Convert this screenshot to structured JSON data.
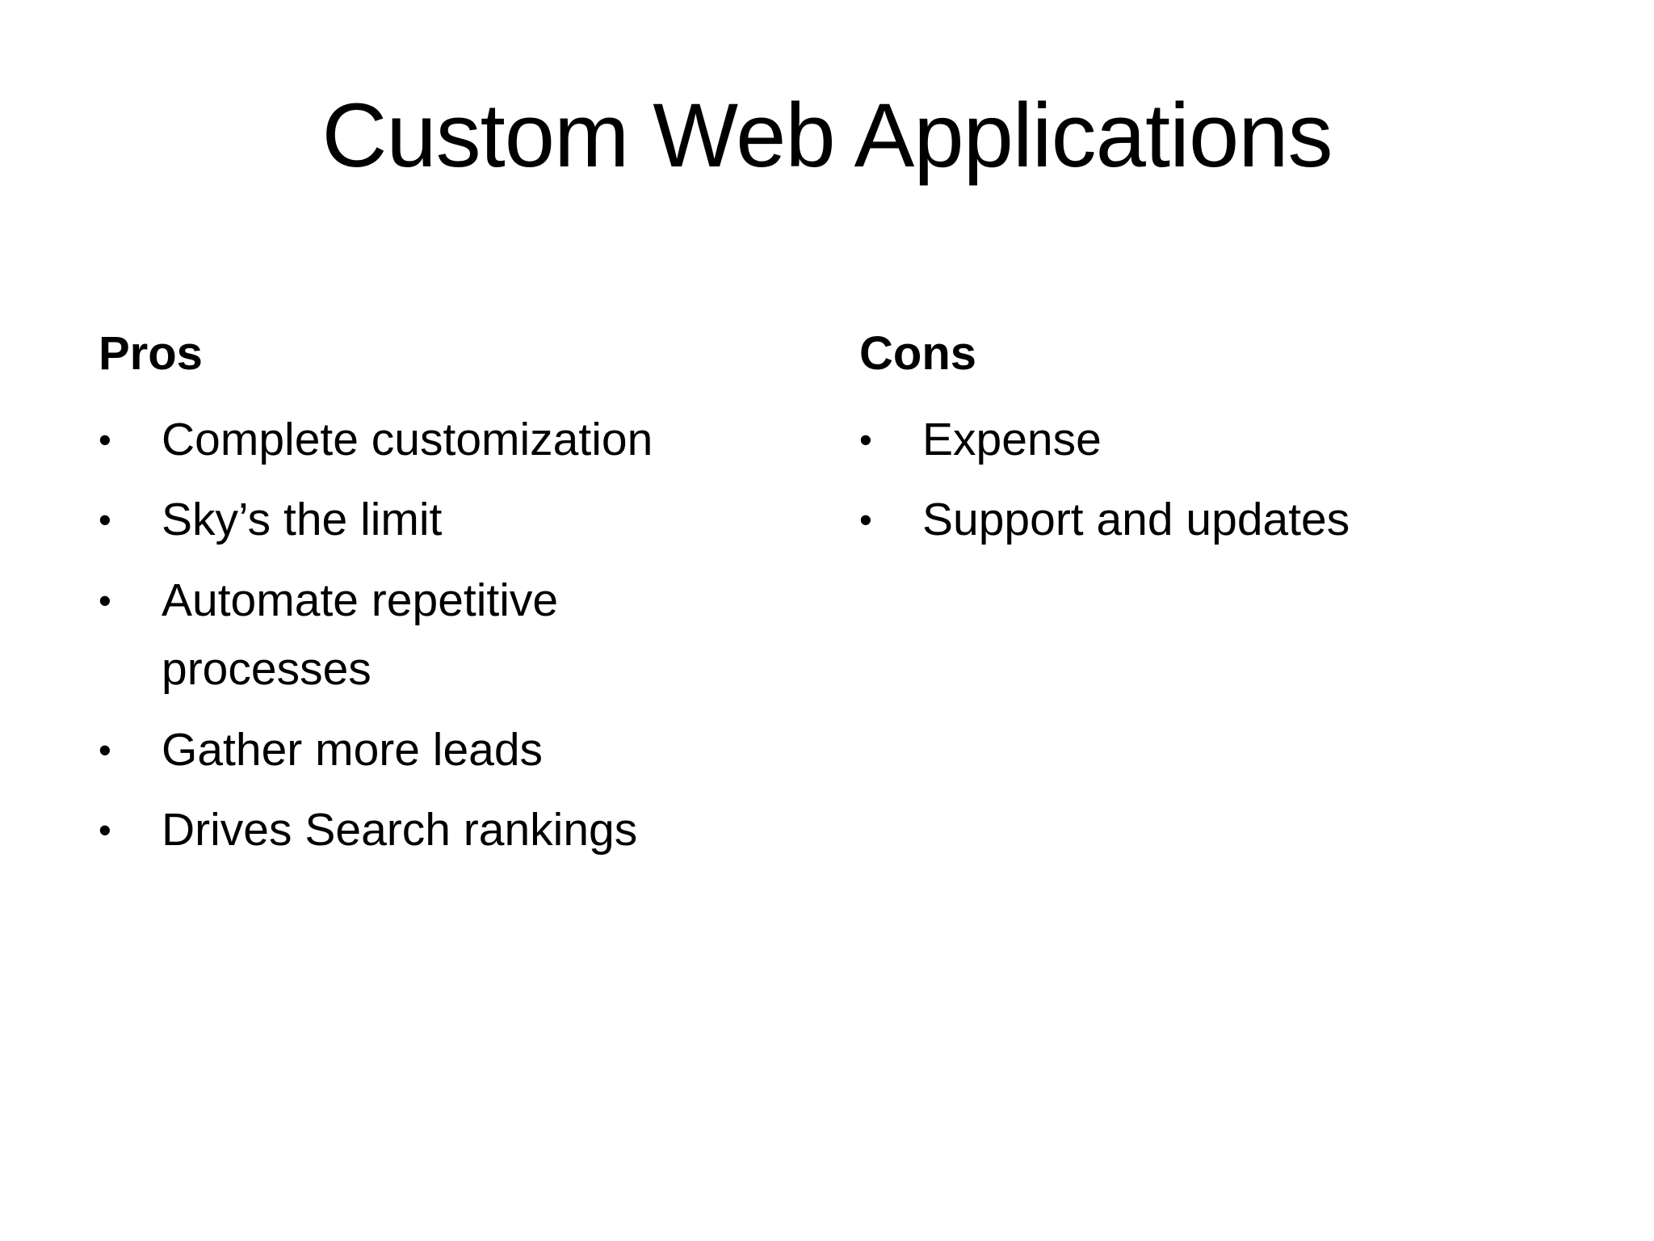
{
  "slide": {
    "title": "Custom Web Applications",
    "columns": [
      {
        "header": "Pros",
        "items": [
          "Complete customization",
          "Sky’s the limit",
          "Automate repetitive processes",
          "Gather more leads",
          "Drives Search rankings"
        ]
      },
      {
        "header": "Cons",
        "items": [
          "Expense",
          "Support and updates"
        ]
      }
    ]
  },
  "colors": {
    "background": "#ffffff",
    "text": "#000000"
  }
}
